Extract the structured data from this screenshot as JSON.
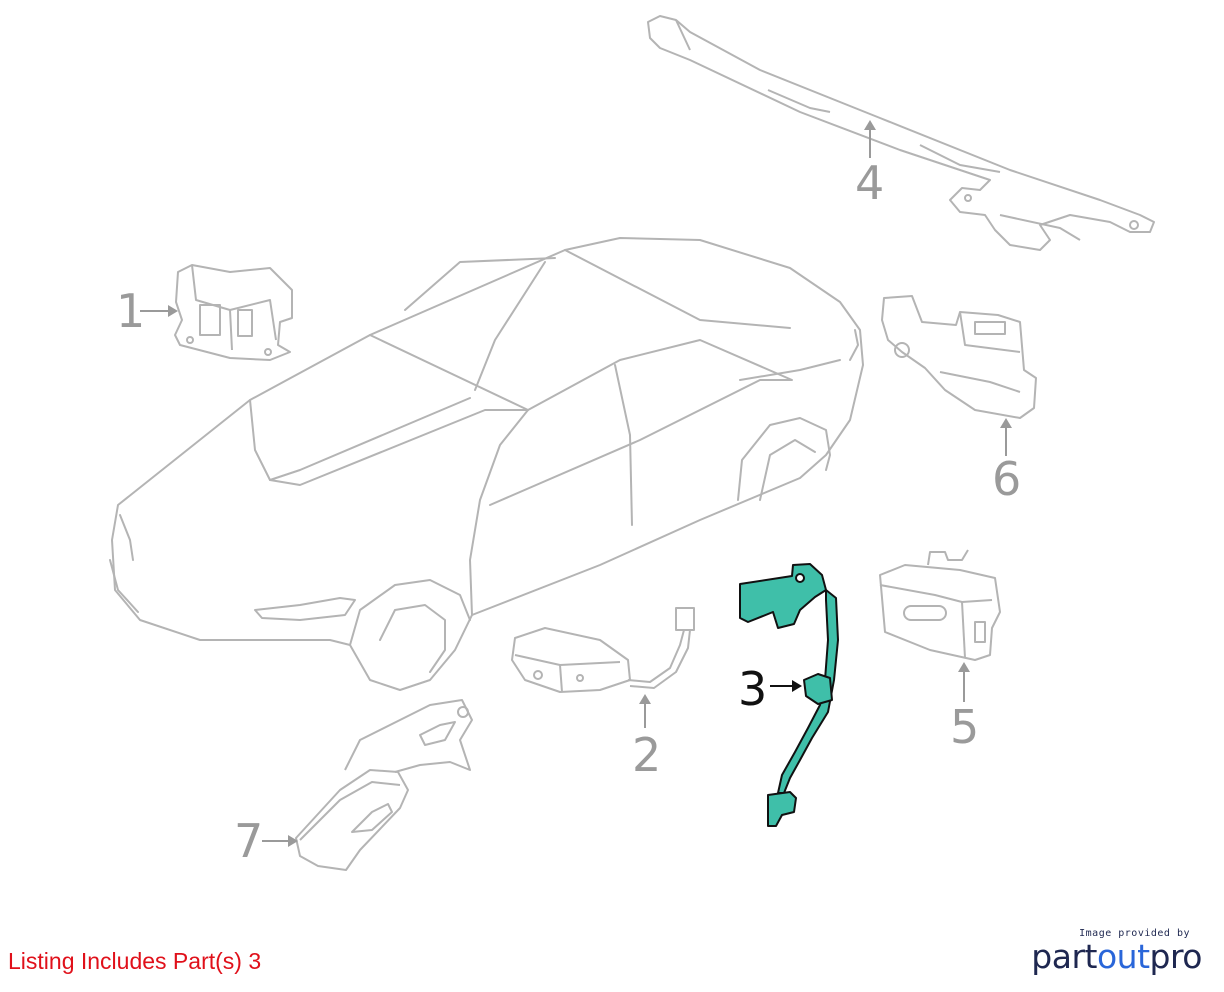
{
  "diagram": {
    "callouts": [
      {
        "id": "1",
        "label": "1",
        "highlighted": false
      },
      {
        "id": "2",
        "label": "2",
        "highlighted": false
      },
      {
        "id": "3",
        "label": "3",
        "highlighted": true
      },
      {
        "id": "4",
        "label": "4",
        "highlighted": false
      },
      {
        "id": "5",
        "label": "5",
        "highlighted": false
      },
      {
        "id": "6",
        "label": "6",
        "highlighted": false
      },
      {
        "id": "7",
        "label": "7",
        "highlighted": false
      }
    ],
    "colors": {
      "line": "#b4b4b4",
      "highlight_fill": "#3fbfa9",
      "highlight_stroke": "#111111",
      "callout_gray": "#9a9a9a"
    }
  },
  "footer": {
    "listing_note": "Listing Includes Part(s) 3",
    "note_color": "#e0101a"
  },
  "brand": {
    "caption": "Image provided by",
    "logo_part1": "part",
    "logo_part2": "out",
    "logo_part3": "pro"
  }
}
